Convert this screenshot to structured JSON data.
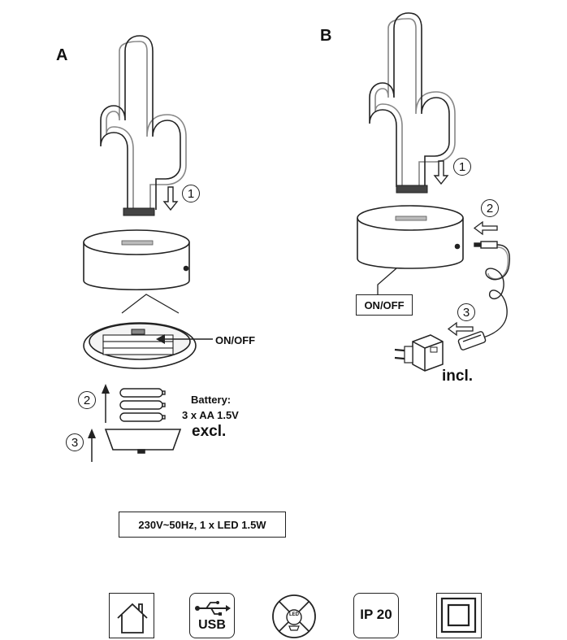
{
  "panels": {
    "a": {
      "label": "A"
    },
    "b": {
      "label": "B"
    }
  },
  "steps": {
    "one": "1",
    "two": "2",
    "three": "3"
  },
  "labels": {
    "on_off_a": "ON/OFF",
    "on_off_b": "ON/OFF",
    "battery_title": "Battery:",
    "battery_spec": "3 x AA 1.5V",
    "excl": "excl.",
    "incl": "incl.",
    "spec": "230V~50Hz, 1 x LED 1.5W"
  },
  "symbols": [
    {
      "name": "indoor-use",
      "icon": "house-icon"
    },
    {
      "name": "usb",
      "icon": "usb-icon",
      "text": "USB"
    },
    {
      "name": "led-not-replaceable",
      "icon": "led-crossed-icon",
      "text": "LED"
    },
    {
      "name": "ip-rating",
      "icon": "ip-rating-icon",
      "text": "IP 20"
    },
    {
      "name": "protection-class-2",
      "icon": "double-square-icon"
    }
  ]
}
